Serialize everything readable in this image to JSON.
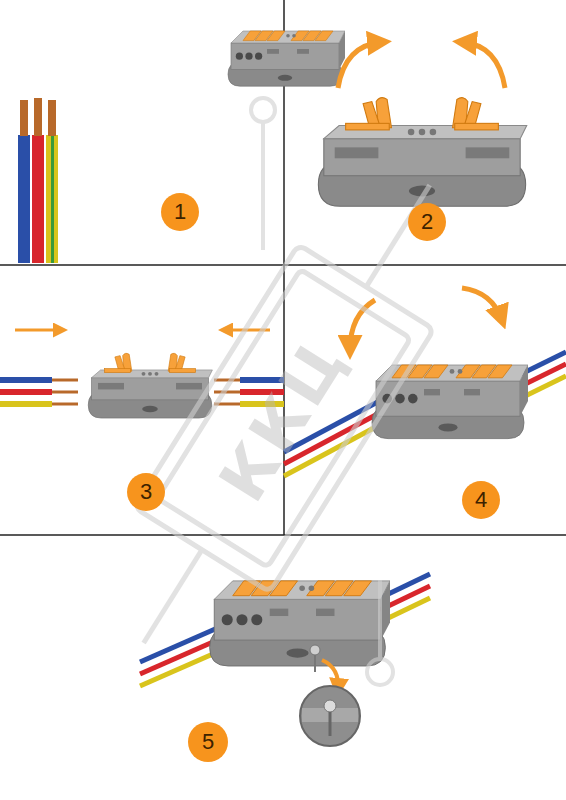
{
  "diagram": {
    "nodes": [
      {
        "text": [
          "1"
        ]
      },
      {
        "text": [
          "2"
        ]
      },
      {
        "text": [
          "3"
        ]
      },
      {
        "text": [
          "4"
        ]
      },
      {
        "text": [
          "5"
        ]
      }
    ],
    "labels": [
      "ККЦ"
    ]
  }
}
